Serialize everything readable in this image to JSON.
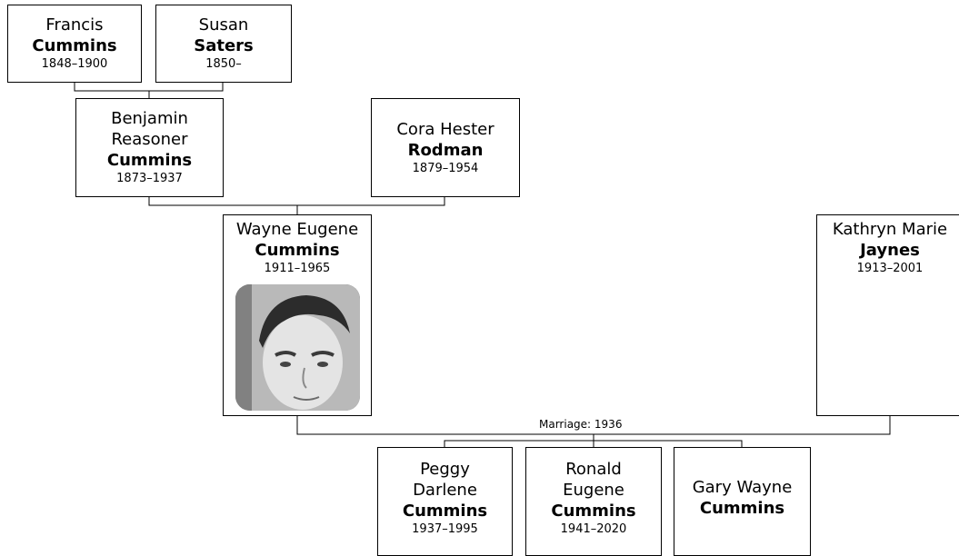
{
  "people": {
    "francis": {
      "given": "Francis",
      "surname": "Cummins",
      "dates": "1848–1900"
    },
    "susan": {
      "given": "Susan",
      "surname": "Saters",
      "dates": "1850–"
    },
    "benjamin": {
      "given_line1": "Benjamin",
      "given_line2": "Reasoner",
      "surname": "Cummins",
      "dates": "1873–1937"
    },
    "cora": {
      "given": "Cora Hester",
      "surname": "Rodman",
      "dates": "1879–1954"
    },
    "wayne": {
      "given": "Wayne Eugene",
      "surname": "Cummins",
      "dates": "1911–1965",
      "photo": "portrait-photo"
    },
    "kathryn": {
      "given": "Kathryn Marie",
      "surname": "Jaynes",
      "dates": "1913–2001"
    },
    "peggy": {
      "given_line1": "Peggy",
      "given_line2": "Darlene",
      "surname": "Cummins",
      "dates": "1937–1995"
    },
    "ronald": {
      "given_line1": "Ronald",
      "given_line2": "Eugene",
      "surname": "Cummins",
      "dates": "1941–2020"
    },
    "gary": {
      "given": "Gary Wayne",
      "surname": "Cummins"
    }
  },
  "marriage_label": "Marriage: 1936",
  "colors": {
    "line": "#000000",
    "box_border": "#000000",
    "background": "#ffffff"
  }
}
